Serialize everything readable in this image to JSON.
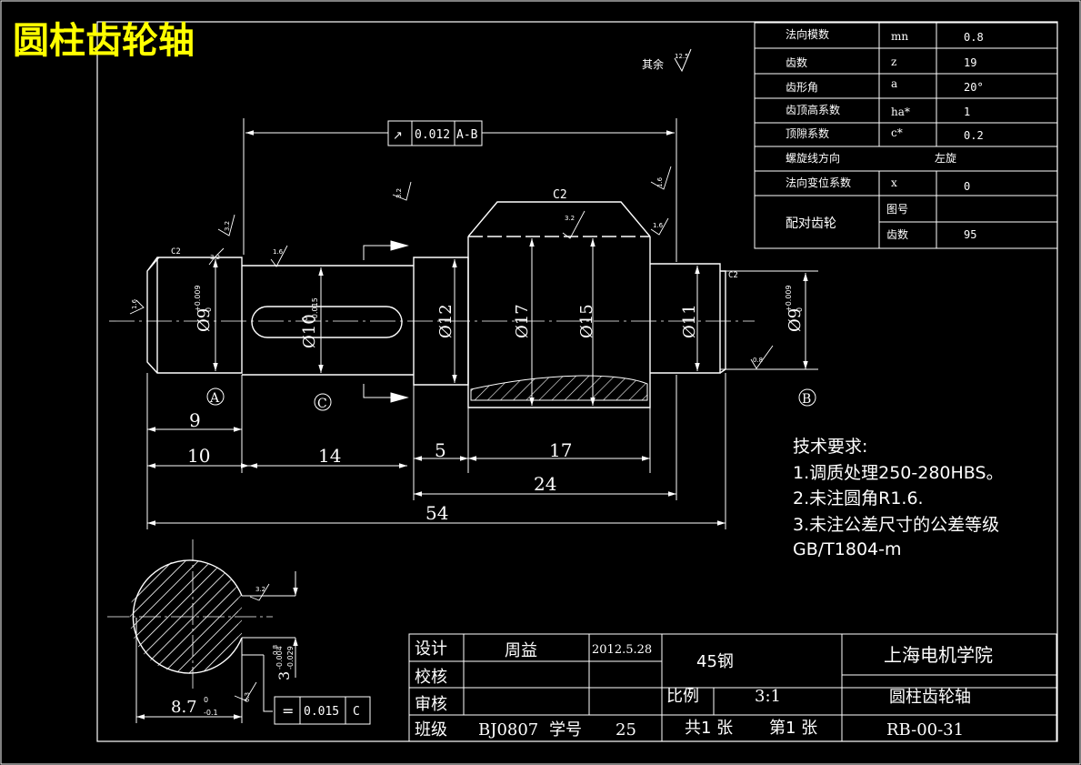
{
  "title": "圆柱齿轮轴",
  "roughness_note": {
    "label": "其余",
    "value": "12.5"
  },
  "gear_params": [
    {
      "name": "法向模数",
      "symbol": "mn",
      "value": "0.8"
    },
    {
      "name": "齿数",
      "symbol": "z",
      "value": "19"
    },
    {
      "name": "齿形角",
      "symbol": "a",
      "value": "20°"
    },
    {
      "name": "齿顶高系数",
      "symbol": "ha*",
      "value": "1"
    },
    {
      "name": "顶隙系数",
      "symbol": "c*",
      "value": "0.2"
    },
    {
      "name": "螺旋线方向",
      "symbol": "",
      "value": "左旋"
    },
    {
      "name": "法向变位系数",
      "symbol": "x",
      "value": "0"
    }
  ],
  "mating_gear": {
    "label": "配对齿轮",
    "rows": [
      {
        "k": "图号",
        "v": ""
      },
      {
        "k": "齿数",
        "v": "95"
      }
    ]
  },
  "tolerance_frames": {
    "runout": {
      "symbol": "↗",
      "value": "0.012",
      "datum": "A-B"
    },
    "symmetry": {
      "symbol": "=",
      "value": "0.015",
      "datum": "C"
    }
  },
  "diameters": {
    "left_end": "Ø9",
    "left_end_tol_upper": "+0.009",
    "left_end_tol_lower": "0",
    "keyway_section": "Ø10",
    "keyway_tol_upper": "0",
    "keyway_tol_lower": "-0.015",
    "shoulder": "Ø12",
    "gear_tip": "Ø17",
    "gear_root": "Ø15",
    "right_shoulder": "Ø11",
    "right_end": "Ø9",
    "right_end_tol_upper": "+0.009",
    "right_end_tol_lower": "0"
  },
  "datums": [
    "A",
    "C",
    "B"
  ],
  "chamfers": [
    "C2",
    "C2",
    "C2"
  ],
  "roughness_marks": [
    "1.6",
    "3.2",
    "1.6",
    "0.8",
    "3.2",
    "1.6",
    "3.2",
    "1.6",
    "3.2",
    "0.8",
    "6.3",
    "3.2"
  ],
  "dimensions": [
    "9",
    "10",
    "14",
    "5",
    "17",
    "24",
    "54"
  ],
  "section": {
    "key_depth": "3",
    "key_depth_tol_upper": "-0.004",
    "key_depth_tol_lower": "-0.029",
    "width": "8.7",
    "width_tol_upper": "0",
    "width_tol_lower": "-0.1"
  },
  "tech_requirements": {
    "heading": "技术要求:",
    "items": [
      "1.调质处理250-280HBS。",
      "2.未注圆角R1.6.",
      "3.未注公差尺寸的公差等级",
      "GB/T1804-m"
    ]
  },
  "title_block": {
    "design_label": "设计",
    "designer": "周益",
    "date": "2012.5.28",
    "check_label": "校核",
    "review_label": "审核",
    "class_label": "班级",
    "class_value": "BJ0807",
    "id_label": "学号",
    "id_value": "25",
    "material": "45钢",
    "scale_label": "比例",
    "scale_value": "3:1",
    "sheets": "共1 张",
    "sheet_no": "第1 张",
    "school": "上海电机学院",
    "part_name": "圆柱齿轮轴",
    "drawing_no": "RB-00-31"
  },
  "colors": {
    "background": "#000000",
    "lines": "#ffffff",
    "title": "#ffff00"
  }
}
